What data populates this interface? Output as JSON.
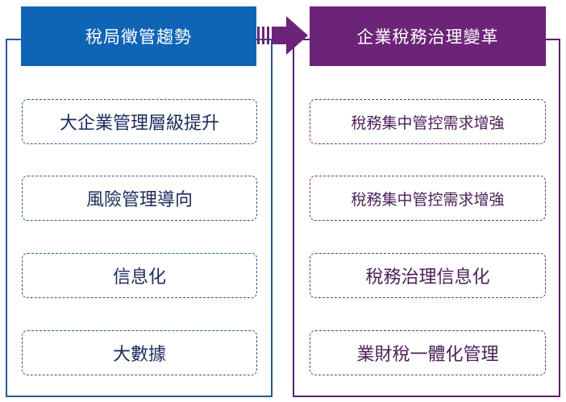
{
  "left_column": {
    "header": "稅局徵管趨勢",
    "items": [
      "大企業管理層級提升",
      "風險管理導向",
      "信息化",
      "大數據"
    ]
  },
  "right_column": {
    "header": "企業稅務治理變革",
    "items": [
      "稅務集中管控需求增強",
      "稅務集中管控需求增強",
      "稅務治理信息化",
      "業財稅一體化管理"
    ]
  },
  "colors": {
    "left_header": "#0f64b5",
    "left_border": "#2b5797",
    "right_header": "#6b2478",
    "right_border": "#5b1f6d",
    "arrow": "#6b2478"
  }
}
